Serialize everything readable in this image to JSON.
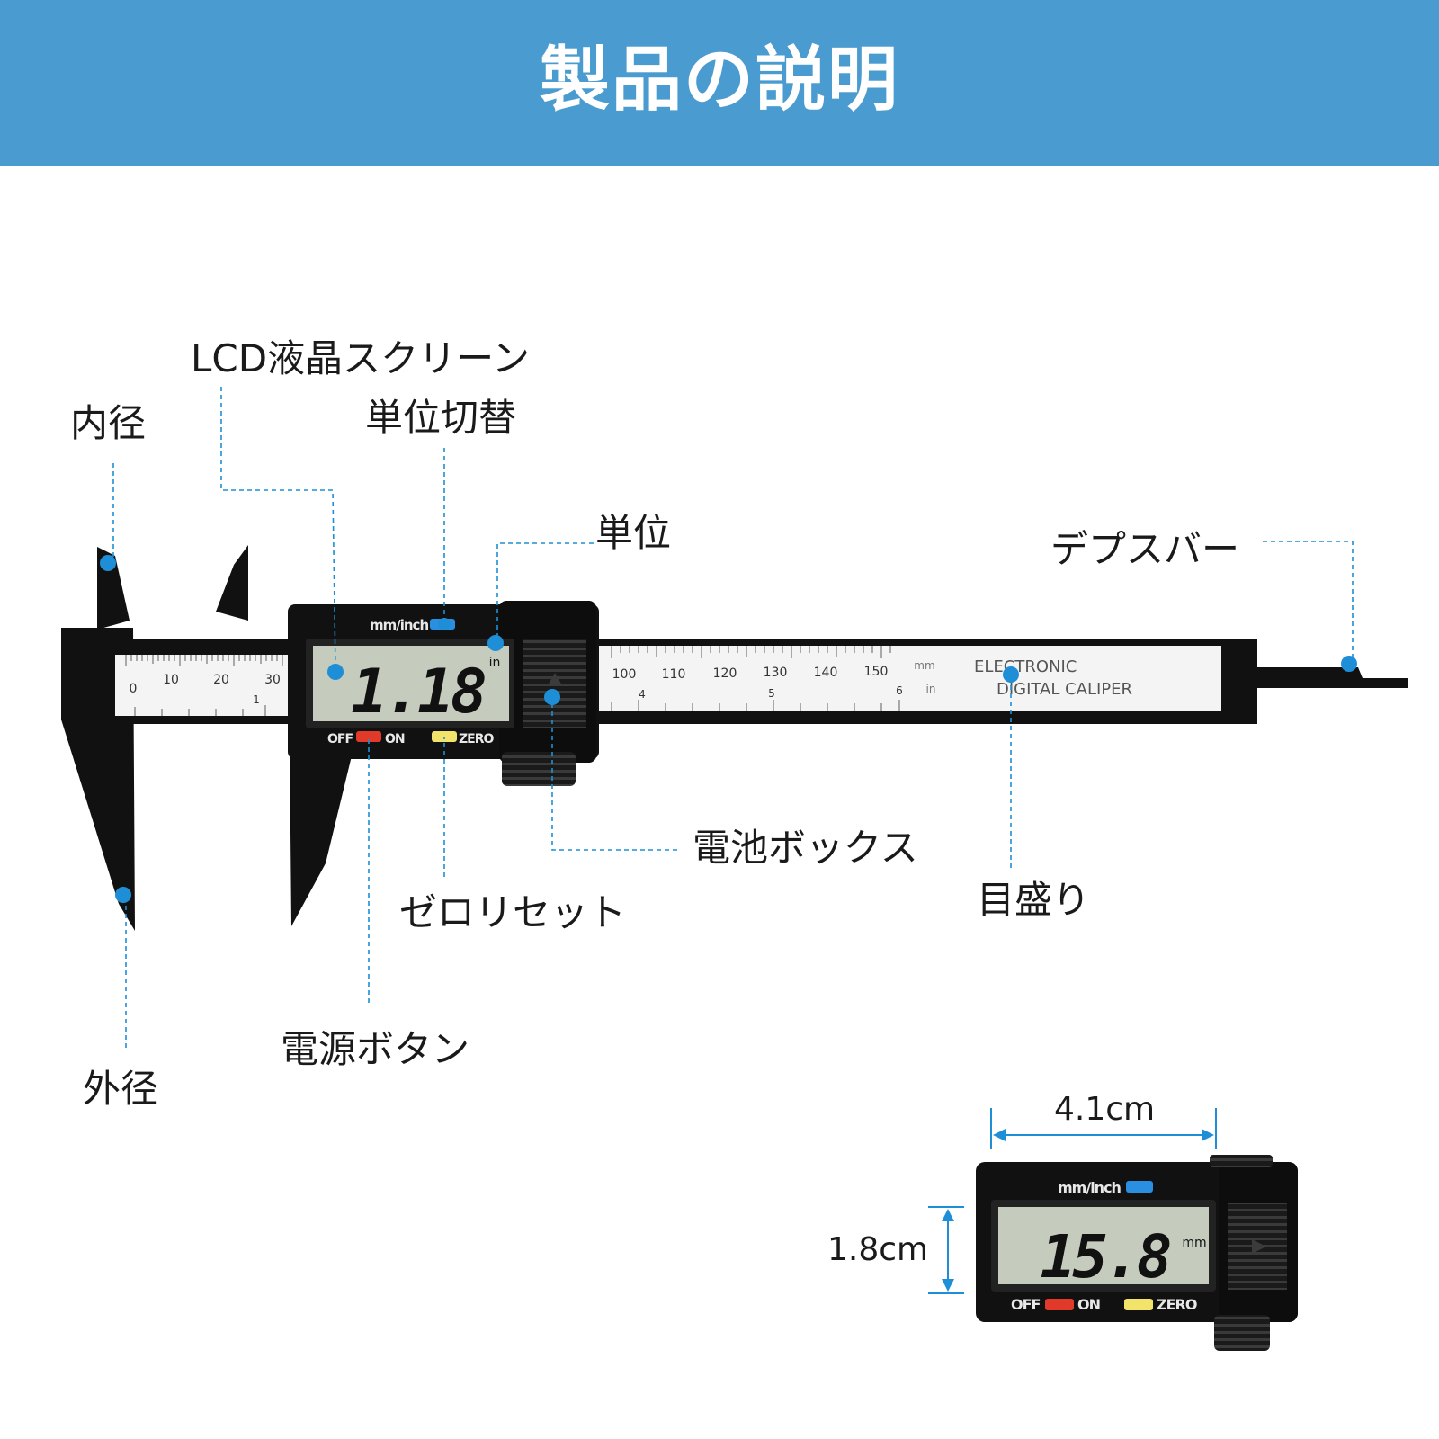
{
  "header": {
    "title": "製品の説明"
  },
  "labels": {
    "inner_diameter": "内径",
    "lcd_screen": "LCD液晶スクリーン",
    "unit_switch": "単位切替",
    "unit": "単位",
    "depth_bar": "デプスバー",
    "battery_box": "電池ボックス",
    "scale": "目盛り",
    "zero_reset": "ゼロリセット",
    "power_button": "電源ボタン",
    "outer_diameter": "外径"
  },
  "caliper": {
    "button_mode": "mm/inch",
    "display_value": "1.18",
    "display_unit": "in",
    "off_label": "OFF",
    "on_label": "ON",
    "zero_label": "ZERO",
    "scale_mm_left": [
      "0",
      "10",
      "20",
      "30"
    ],
    "scale_mm_right": [
      "100",
      "110",
      "120",
      "130",
      "140",
      "150"
    ],
    "inch_marks": [
      "1",
      "4",
      "5",
      "6"
    ],
    "unit_mm": "mm",
    "unit_in": "in",
    "brand_line1": "ELECTRONIC",
    "brand_line2": "DIGITAL CALIPER"
  },
  "detail": {
    "width": "4.1cm",
    "height": "1.8cm",
    "button_mode": "mm/inch",
    "display_value": "15.8",
    "display_unit": "mm",
    "off_label": "OFF",
    "on_label": "ON",
    "zero_label": "ZERO"
  },
  "colors": {
    "header_bg": "#4a9cd0",
    "pointer": "#1e8fd6",
    "lcd_bg": "#c5ccbe",
    "body": "#111111",
    "button_blue": "#2a8fe0",
    "button_red": "#e23a2a",
    "button_yellow": "#f2e36a"
  }
}
